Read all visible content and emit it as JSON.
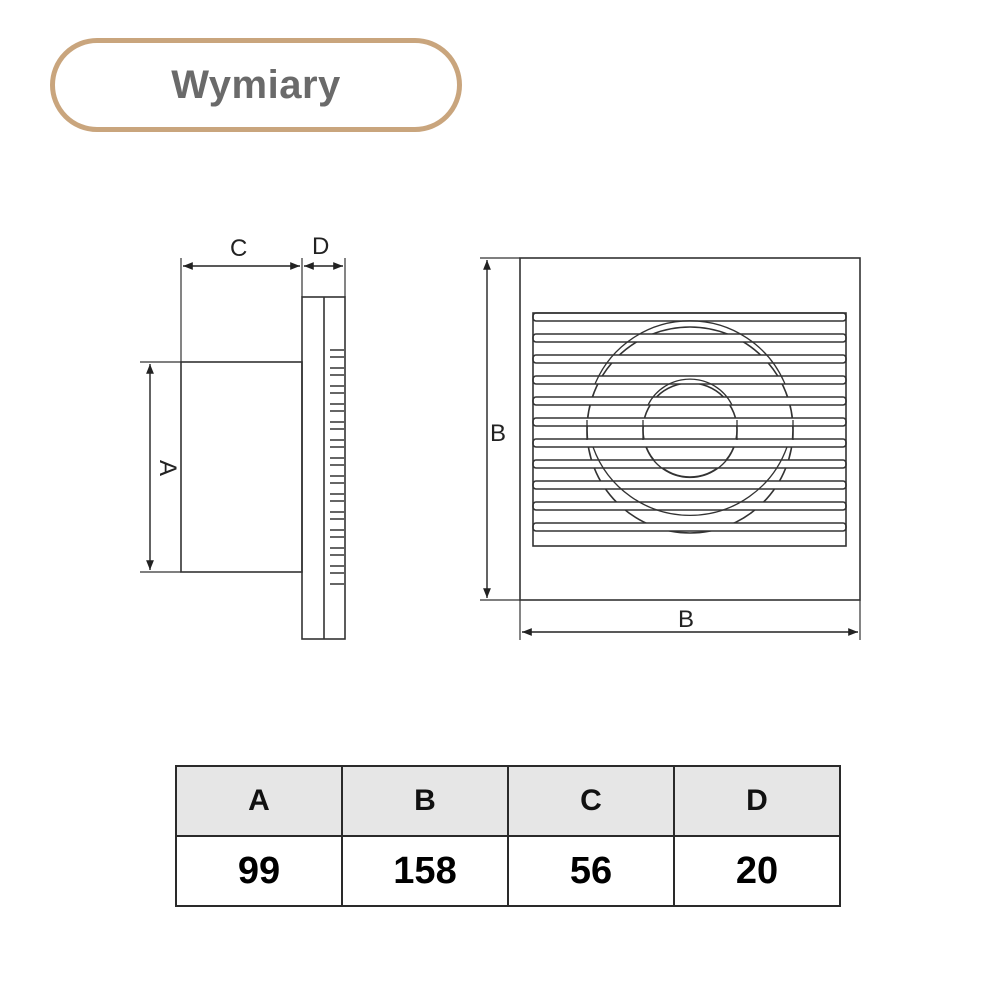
{
  "title": "Wymiary",
  "drawing": {
    "side_view": {
      "label_a": "A",
      "label_c": "C",
      "label_d": "D"
    },
    "front_view": {
      "label_b_vertical": "B",
      "label_b_horizontal": "B"
    }
  },
  "dimensions_table": {
    "headers": [
      "A",
      "B",
      "C",
      "D"
    ],
    "values": [
      "99",
      "158",
      "56",
      "20"
    ]
  },
  "colors": {
    "title_border": "#c9a57d",
    "title_text": "#6a6a6a",
    "header_bg": "#e6e6e6",
    "line": "#2a2a2a"
  }
}
